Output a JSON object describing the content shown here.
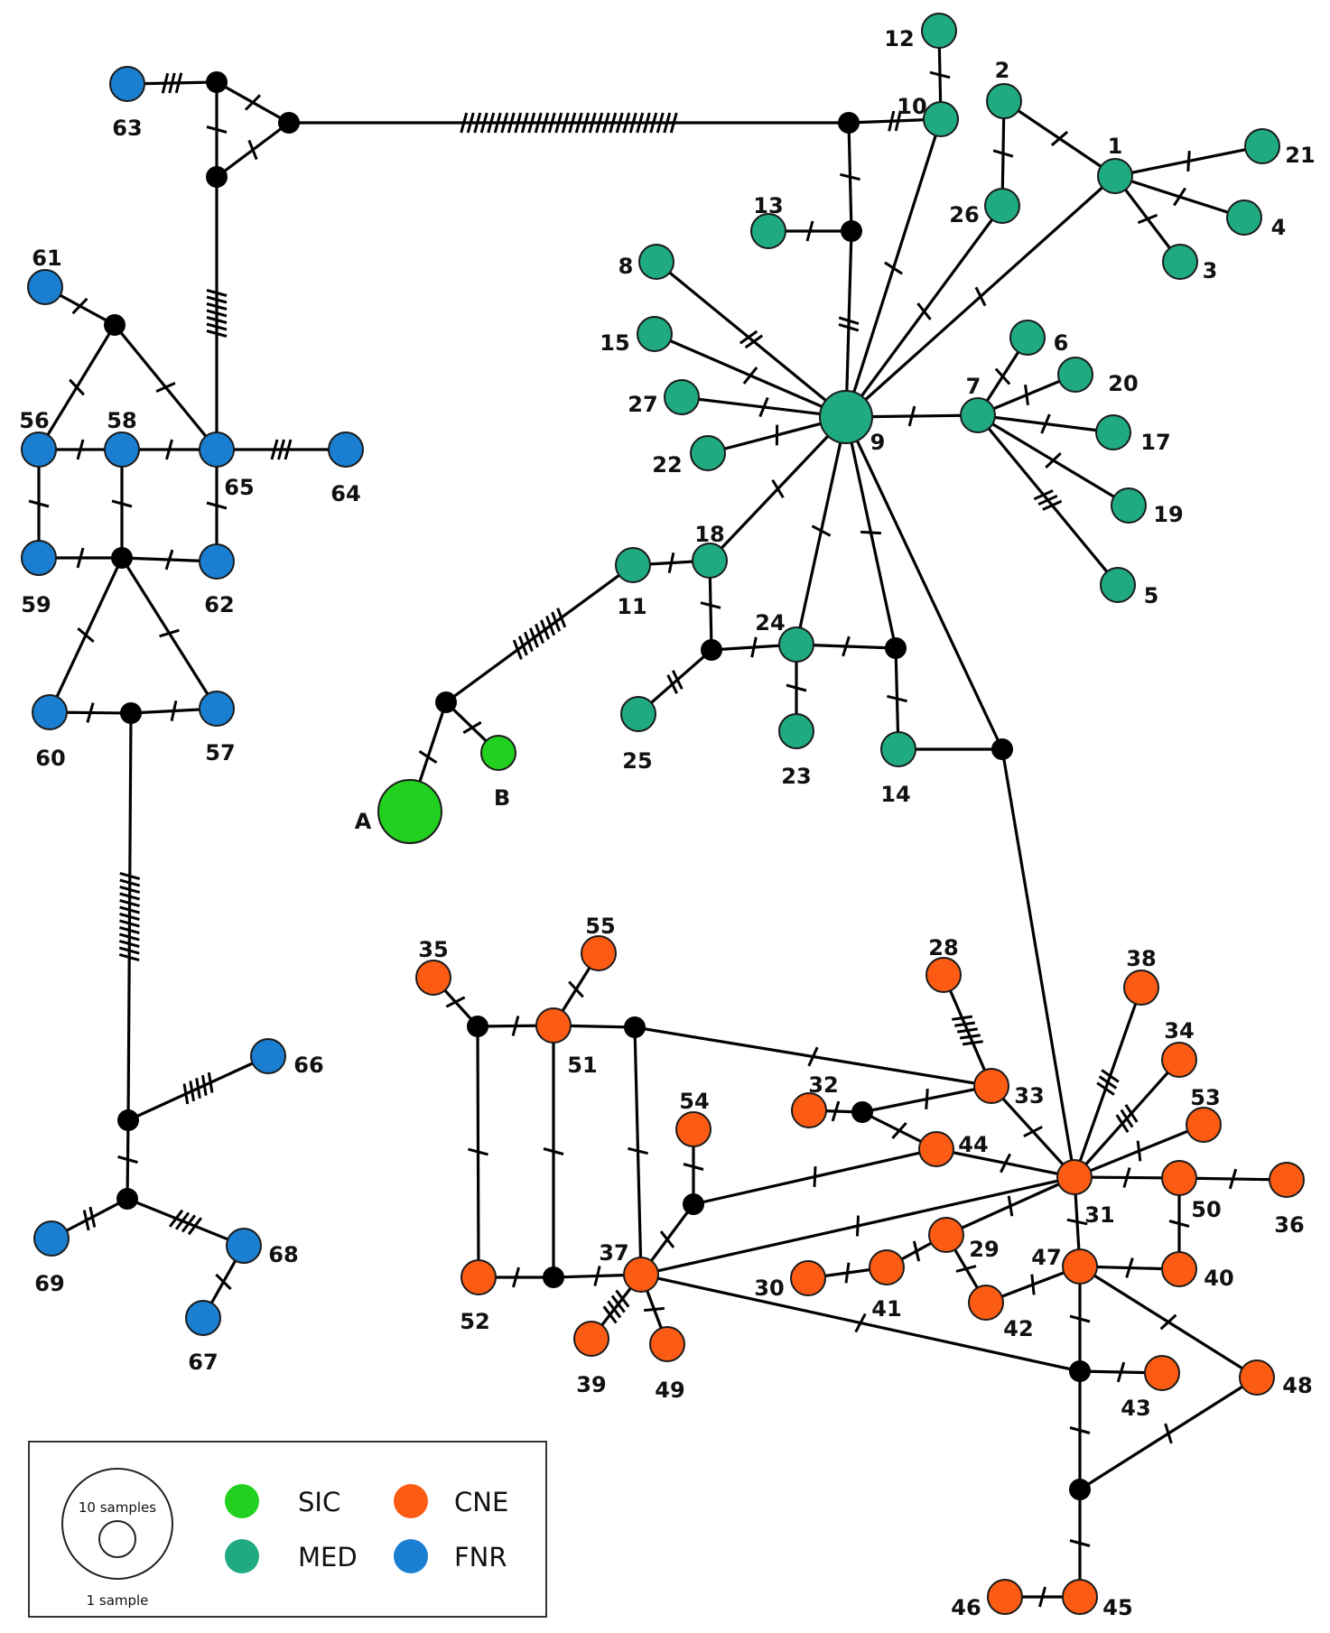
{
  "colors": {
    "SIC": "#22d11f",
    "MED": "#1faa82",
    "CNE": "#fb5b13",
    "FNR": "#1a7fd0",
    "median": "#000000"
  },
  "network": {
    "nodes": [
      {
        "id": "1",
        "group": "MED"
      },
      {
        "id": "2",
        "group": "MED"
      },
      {
        "id": "3",
        "group": "MED"
      },
      {
        "id": "4",
        "group": "MED"
      },
      {
        "id": "5",
        "group": "MED"
      },
      {
        "id": "6",
        "group": "MED"
      },
      {
        "id": "7",
        "group": "MED"
      },
      {
        "id": "8",
        "group": "MED"
      },
      {
        "id": "9",
        "group": "MED",
        "size": 3
      },
      {
        "id": "10",
        "group": "MED"
      },
      {
        "id": "11",
        "group": "MED"
      },
      {
        "id": "12",
        "group": "MED"
      },
      {
        "id": "13",
        "group": "MED"
      },
      {
        "id": "14",
        "group": "MED"
      },
      {
        "id": "15",
        "group": "MED"
      },
      {
        "id": "17",
        "group": "MED"
      },
      {
        "id": "18",
        "group": "MED"
      },
      {
        "id": "19",
        "group": "MED"
      },
      {
        "id": "20",
        "group": "MED"
      },
      {
        "id": "21",
        "group": "MED"
      },
      {
        "id": "22",
        "group": "MED"
      },
      {
        "id": "23",
        "group": "MED"
      },
      {
        "id": "24",
        "group": "MED"
      },
      {
        "id": "25",
        "group": "MED"
      },
      {
        "id": "26",
        "group": "MED"
      },
      {
        "id": "27",
        "group": "MED"
      },
      {
        "id": "A",
        "group": "SIC",
        "size": 5
      },
      {
        "id": "B",
        "group": "SIC"
      },
      {
        "id": "28",
        "group": "CNE"
      },
      {
        "id": "29",
        "group": "CNE"
      },
      {
        "id": "30",
        "group": "CNE"
      },
      {
        "id": "31",
        "group": "CNE"
      },
      {
        "id": "32",
        "group": "CNE"
      },
      {
        "id": "33",
        "group": "CNE"
      },
      {
        "id": "34",
        "group": "CNE"
      },
      {
        "id": "35",
        "group": "CNE"
      },
      {
        "id": "36",
        "group": "CNE"
      },
      {
        "id": "37",
        "group": "CNE"
      },
      {
        "id": "38",
        "group": "CNE"
      },
      {
        "id": "39",
        "group": "CNE"
      },
      {
        "id": "40",
        "group": "CNE"
      },
      {
        "id": "41",
        "group": "CNE"
      },
      {
        "id": "42",
        "group": "CNE"
      },
      {
        "id": "43",
        "group": "CNE"
      },
      {
        "id": "44",
        "group": "CNE"
      },
      {
        "id": "45",
        "group": "CNE"
      },
      {
        "id": "46",
        "group": "CNE"
      },
      {
        "id": "47",
        "group": "CNE"
      },
      {
        "id": "48",
        "group": "CNE"
      },
      {
        "id": "49",
        "group": "CNE"
      },
      {
        "id": "50",
        "group": "CNE"
      },
      {
        "id": "51",
        "group": "CNE"
      },
      {
        "id": "52",
        "group": "CNE"
      },
      {
        "id": "53",
        "group": "CNE"
      },
      {
        "id": "54",
        "group": "CNE"
      },
      {
        "id": "55",
        "group": "CNE"
      },
      {
        "id": "56",
        "group": "FNR"
      },
      {
        "id": "57",
        "group": "FNR"
      },
      {
        "id": "58",
        "group": "FNR"
      },
      {
        "id": "59",
        "group": "FNR"
      },
      {
        "id": "60",
        "group": "FNR"
      },
      {
        "id": "61",
        "group": "FNR"
      },
      {
        "id": "62",
        "group": "FNR"
      },
      {
        "id": "63",
        "group": "FNR"
      },
      {
        "id": "64",
        "group": "FNR"
      },
      {
        "id": "65",
        "group": "FNR"
      },
      {
        "id": "66",
        "group": "FNR"
      },
      {
        "id": "67",
        "group": "FNR"
      },
      {
        "id": "68",
        "group": "FNR"
      },
      {
        "id": "69",
        "group": "FNR"
      },
      {
        "id": "m1",
        "group": "median"
      },
      {
        "id": "m2",
        "group": "median"
      },
      {
        "id": "m3",
        "group": "median"
      },
      {
        "id": "m4",
        "group": "median"
      },
      {
        "id": "m5",
        "group": "median"
      },
      {
        "id": "m6",
        "group": "median"
      },
      {
        "id": "m7",
        "group": "median"
      },
      {
        "id": "m8",
        "group": "median"
      },
      {
        "id": "m9",
        "group": "median"
      },
      {
        "id": "m10",
        "group": "median"
      },
      {
        "id": "m11",
        "group": "median"
      },
      {
        "id": "m12",
        "group": "median"
      },
      {
        "id": "m13",
        "group": "median"
      },
      {
        "id": "m14",
        "group": "median"
      },
      {
        "id": "m15",
        "group": "median"
      },
      {
        "id": "m16",
        "group": "median"
      },
      {
        "id": "m17",
        "group": "median"
      },
      {
        "id": "m18",
        "group": "median"
      },
      {
        "id": "m19",
        "group": "median"
      },
      {
        "id": "m20",
        "group": "median"
      },
      {
        "id": "m21",
        "group": "median"
      },
      {
        "id": "m22",
        "group": "median"
      },
      {
        "id": "m23",
        "group": "median"
      },
      {
        "id": "m24",
        "group": "median"
      },
      {
        "id": "m25",
        "group": "median"
      },
      {
        "id": "m26",
        "group": "median"
      }
    ],
    "edges": [
      [
        "12",
        "10",
        1
      ],
      [
        "10",
        "m4",
        2
      ],
      [
        "m4",
        "m3",
        32
      ],
      [
        "m4",
        "m5",
        1
      ],
      [
        "m5",
        "13",
        1
      ],
      [
        "m5",
        "9",
        2
      ],
      [
        "10",
        "9",
        1
      ],
      [
        "26",
        "9",
        1
      ],
      [
        "1",
        "9",
        1
      ],
      [
        "2",
        "26",
        1
      ],
      [
        "2",
        "1",
        1
      ],
      [
        "1",
        "21",
        1
      ],
      [
        "1",
        "4",
        1
      ],
      [
        "1",
        "3",
        1
      ],
      [
        "8",
        "9",
        2
      ],
      [
        "15",
        "9",
        1
      ],
      [
        "27",
        "9",
        1
      ],
      [
        "22",
        "9",
        1
      ],
      [
        "9",
        "7",
        1
      ],
      [
        "7",
        "6",
        1
      ],
      [
        "7",
        "20",
        1
      ],
      [
        "7",
        "17",
        1
      ],
      [
        "7",
        "19",
        1
      ],
      [
        "7",
        "5",
        3
      ],
      [
        "9",
        "18",
        1
      ],
      [
        "18",
        "11",
        1
      ],
      [
        "18",
        "m6",
        1
      ],
      [
        "m6",
        "25",
        2
      ],
      [
        "m6",
        "24",
        1
      ],
      [
        "24",
        "m8",
        1
      ],
      [
        "24",
        "23",
        1
      ],
      [
        "24",
        "9",
        1
      ],
      [
        "m8",
        "9",
        1
      ],
      [
        "m8",
        "14",
        1
      ],
      [
        "14",
        "m9",
        0
      ],
      [
        "m9",
        "9",
        0
      ],
      [
        "m9",
        "31",
        0
      ],
      [
        "11",
        "m7",
        9
      ],
      [
        "m7",
        "A",
        1
      ],
      [
        "m7",
        "B",
        1
      ],
      [
        "63",
        "m1",
        3
      ],
      [
        "m1",
        "m2",
        1
      ],
      [
        "m1",
        "m3",
        1
      ],
      [
        "m2",
        "m3",
        1
      ],
      [
        "m2",
        "65",
        7
      ],
      [
        "61",
        "m10",
        1
      ],
      [
        "m10",
        "56",
        1
      ],
      [
        "m10",
        "65",
        1
      ],
      [
        "56",
        "58",
        1
      ],
      [
        "58",
        "65",
        1
      ],
      [
        "65",
        "64",
        3
      ],
      [
        "56",
        "59",
        1
      ],
      [
        "58",
        "m11",
        1
      ],
      [
        "65",
        "62",
        1
      ],
      [
        "59",
        "m11",
        1
      ],
      [
        "m11",
        "62",
        1
      ],
      [
        "m11",
        "60",
        1
      ],
      [
        "m11",
        "57",
        1
      ],
      [
        "60",
        "m12",
        1
      ],
      [
        "m12",
        "57",
        1
      ],
      [
        "m12",
        "m13",
        13
      ],
      [
        "m13",
        "66",
        5
      ],
      [
        "m13",
        "m14",
        1
      ],
      [
        "m14",
        "69",
        2
      ],
      [
        "m14",
        "68",
        4
      ],
      [
        "68",
        "67",
        1
      ],
      [
        "35",
        "m15",
        1
      ],
      [
        "m15",
        "51",
        1
      ],
      [
        "51",
        "55",
        1
      ],
      [
        "51",
        "m16",
        0
      ],
      [
        "m16",
        "33",
        1
      ],
      [
        "m15",
        "52",
        1
      ],
      [
        "51",
        "m17",
        1
      ],
      [
        "m16",
        "37",
        1
      ],
      [
        "52",
        "m17",
        1
      ],
      [
        "m17",
        "37",
        1
      ],
      [
        "37",
        "39",
        4
      ],
      [
        "37",
        "49",
        1
      ],
      [
        "37",
        "m18",
        1
      ],
      [
        "m18",
        "54",
        1
      ],
      [
        "m18",
        "44",
        1
      ],
      [
        "37",
        "31",
        1
      ],
      [
        "37",
        "m20",
        1
      ],
      [
        "28",
        "33",
        5
      ],
      [
        "32",
        "m19",
        1
      ],
      [
        "m19",
        "33",
        1
      ],
      [
        "m19",
        "44",
        1
      ],
      [
        "33",
        "31",
        1
      ],
      [
        "44",
        "31",
        1
      ],
      [
        "38",
        "31",
        3
      ],
      [
        "34",
        "31",
        3
      ],
      [
        "53",
        "31",
        1
      ],
      [
        "31",
        "50",
        1
      ],
      [
        "50",
        "36",
        1
      ],
      [
        "50",
        "40",
        1
      ],
      [
        "31",
        "29",
        1
      ],
      [
        "29",
        "41",
        1
      ],
      [
        "41",
        "30",
        1
      ],
      [
        "29",
        "42",
        1
      ],
      [
        "31",
        "47",
        1
      ],
      [
        "47",
        "40",
        1
      ],
      [
        "42",
        "47",
        1
      ],
      [
        "47",
        "m20",
        1
      ],
      [
        "m20",
        "43",
        1
      ],
      [
        "47",
        "48",
        1
      ],
      [
        "m20",
        "m21",
        1
      ],
      [
        "m21",
        "48",
        1
      ],
      [
        "m21",
        "45",
        1
      ],
      [
        "45",
        "46",
        1
      ]
    ]
  },
  "labels": {
    "n1": "1",
    "n2": "2",
    "n3": "3",
    "n4": "4",
    "n5": "5",
    "n6": "6",
    "n7": "7",
    "n8": "8",
    "n9": "9",
    "n10": "10",
    "n11": "11",
    "n12": "12",
    "n13": "13",
    "n14": "14",
    "n15": "15",
    "n17": "17",
    "n18": "18",
    "n19": "19",
    "n20": "20",
    "n21": "21",
    "n22": "22",
    "n23": "23",
    "n24": "24",
    "n25": "25",
    "n26": "26",
    "n27": "27",
    "nA": "A",
    "nB": "B",
    "n28": "28",
    "n29": "29",
    "n30": "30",
    "n31": "31",
    "n32": "32",
    "n33": "33",
    "n34": "34",
    "n35": "35",
    "n36": "36",
    "n37": "37",
    "n38": "38",
    "n39": "39",
    "n40": "40",
    "n41": "41",
    "n42": "42",
    "n43": "43",
    "n44": "44",
    "n45": "45",
    "n46": "46",
    "n47": "47",
    "n48": "48",
    "n49": "49",
    "n50": "50",
    "n51": "51",
    "n52": "52",
    "n53": "53",
    "n54": "54",
    "n55": "55",
    "n56": "56",
    "n57": "57",
    "n58": "58",
    "n59": "59",
    "n60": "60",
    "n61": "61",
    "n62": "62",
    "n63": "63",
    "n64": "64",
    "n65": "65",
    "n66": "66",
    "n67": "67",
    "n68": "68",
    "n69": "69"
  },
  "legend": {
    "size_large": "10 samples",
    "size_small": "1 sample",
    "groups": [
      {
        "key": "SIC",
        "label": "SIC"
      },
      {
        "key": "CNE",
        "label": "CNE"
      },
      {
        "key": "MED",
        "label": "MED"
      },
      {
        "key": "FNR",
        "label": "FNR"
      }
    ]
  }
}
